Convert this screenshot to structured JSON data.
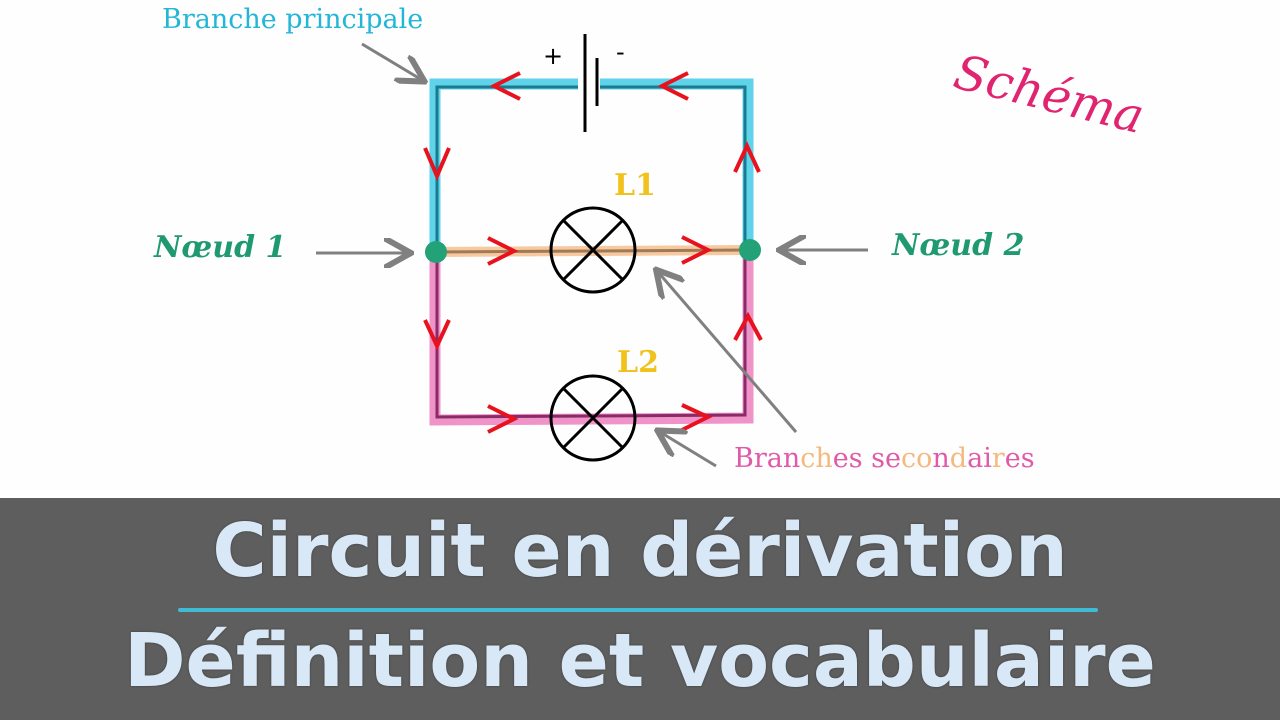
{
  "diagram": {
    "main_branch_label": "Branche principale",
    "corner_label": "Schéma",
    "node1_label": "Nœud 1",
    "node2_label": "Nœud 2",
    "lamp1_label": "L1",
    "lamp2_label": "L2",
    "battery_plus": "+",
    "battery_minus": "-",
    "secondary_label_parts": [
      "Bran",
      "ch",
      "es",
      " se",
      "co",
      "n",
      "d",
      "ai",
      "r",
      "es"
    ],
    "colors": {
      "main_branch": "#5fd3ea",
      "main_branch_core": "#1c7a8f",
      "branch1": "#f6c9a0",
      "branch1_core": "#a07a55",
      "branch2": "#ef93c9",
      "branch2_core": "#8a2a66",
      "arrows": "#e8121e",
      "nodes": "#23a177",
      "pointer": "#808080"
    }
  },
  "banner": {
    "title_line1": "Circuit en dérivation",
    "title_line2": "Définition et vocabulaire",
    "background": "#5e5e5e",
    "text_color": "#d8e8f6",
    "divider_color": "#3fbcd4"
  }
}
